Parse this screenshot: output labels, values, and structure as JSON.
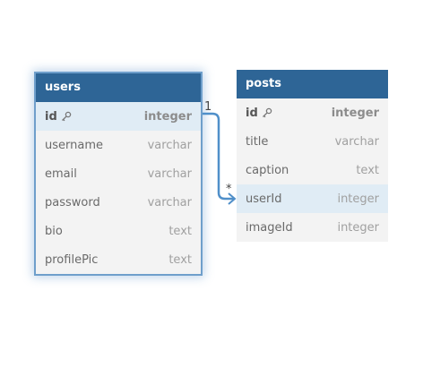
{
  "tables": [
    {
      "name": "users",
      "fields": [
        {
          "name": "id",
          "type": "integer",
          "pk": true
        },
        {
          "name": "username",
          "type": "varchar"
        },
        {
          "name": "email",
          "type": "varchar"
        },
        {
          "name": "password",
          "type": "varchar"
        },
        {
          "name": "bio",
          "type": "text"
        },
        {
          "name": "profilePic",
          "type": "text"
        }
      ]
    },
    {
      "name": "posts",
      "fields": [
        {
          "name": "id",
          "type": "integer",
          "pk": true
        },
        {
          "name": "title",
          "type": "varchar"
        },
        {
          "name": "caption",
          "type": "text"
        },
        {
          "name": "userId",
          "type": "integer"
        },
        {
          "name": "imageId",
          "type": "integer"
        }
      ]
    }
  ],
  "relationship": {
    "from": "users.id",
    "to": "posts.userId",
    "from_cardinality": "1",
    "to_cardinality": "*"
  },
  "colors": {
    "header": "#2e6596",
    "connector": "#4f8fc9",
    "highlight_row": "#e0ecf5"
  }
}
